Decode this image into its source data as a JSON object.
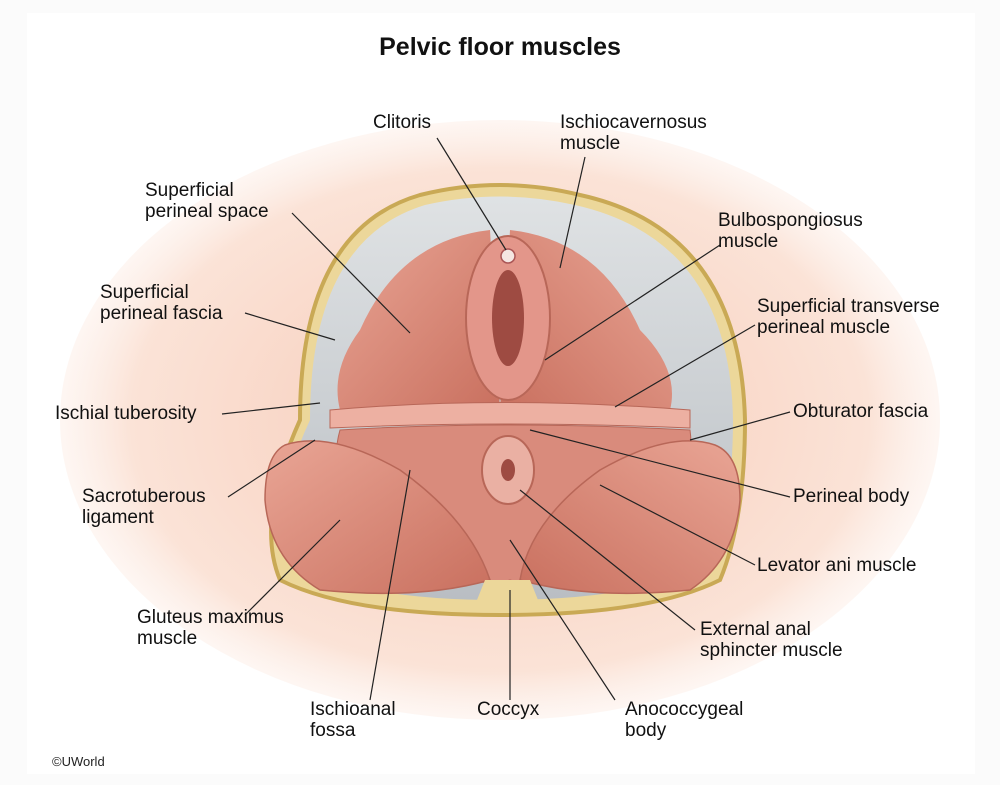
{
  "title": "Pelvic floor muscles",
  "credit": "©UWorld",
  "labels": {
    "clitoris": "Clitoris",
    "ischiocavernosus_1": "Ischiocavernosus",
    "ischiocavernosus_2": "muscle",
    "sup_perineal_space_1": "Superficial",
    "sup_perineal_space_2": "perineal space",
    "bulbospongiosus_1": "Bulbospongiosus",
    "bulbospongiosus_2": "muscle",
    "sup_perineal_fascia_1": "Superficial",
    "sup_perineal_fascia_2": "perineal fascia",
    "sup_transverse_1": "Superficial transverse",
    "sup_transverse_2": "perineal muscle",
    "ischial_tuberosity": "Ischial tuberosity",
    "obturator_fascia": "Obturator fascia",
    "sacrotuberous_1": "Sacrotuberous",
    "sacrotuberous_2": "ligament",
    "perineal_body": "Perineal body",
    "levator_ani": "Levator ani muscle",
    "gluteus_1": "Gluteus maximus",
    "gluteus_2": "muscle",
    "external_anal_1": "External anal",
    "external_anal_2": "sphincter muscle",
    "ischioanal_1": "Ischioanal",
    "ischioanal_2": "fossa",
    "coccyx": "Coccyx",
    "anococcygeal_1": "Anococcygeal",
    "anococcygeal_2": "body"
  }
}
